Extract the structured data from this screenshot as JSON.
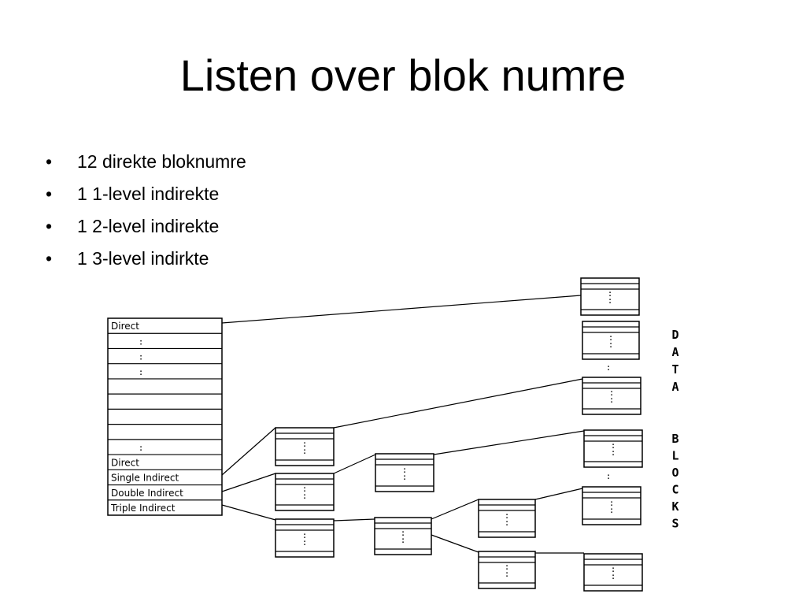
{
  "slide": {
    "title": "Listen over blok numre",
    "bullets": [
      "12 direkte bloknumre",
      "1 1-level indirekte",
      "1 2-level indirekte",
      "1 3-level indirkte"
    ]
  },
  "diagram": {
    "inode_rows": [
      "Direct",
      ":",
      ":",
      ":",
      "",
      "",
      "",
      "",
      ":",
      "Direct",
      "Single Indirect",
      "Double Indirect",
      "Triple Indirect"
    ],
    "side_label_data": [
      "D",
      "A",
      "T",
      "A"
    ],
    "side_label_blocks": [
      "B",
      "L",
      "O",
      "C",
      "K",
      "S"
    ],
    "ellipsis": ":"
  }
}
